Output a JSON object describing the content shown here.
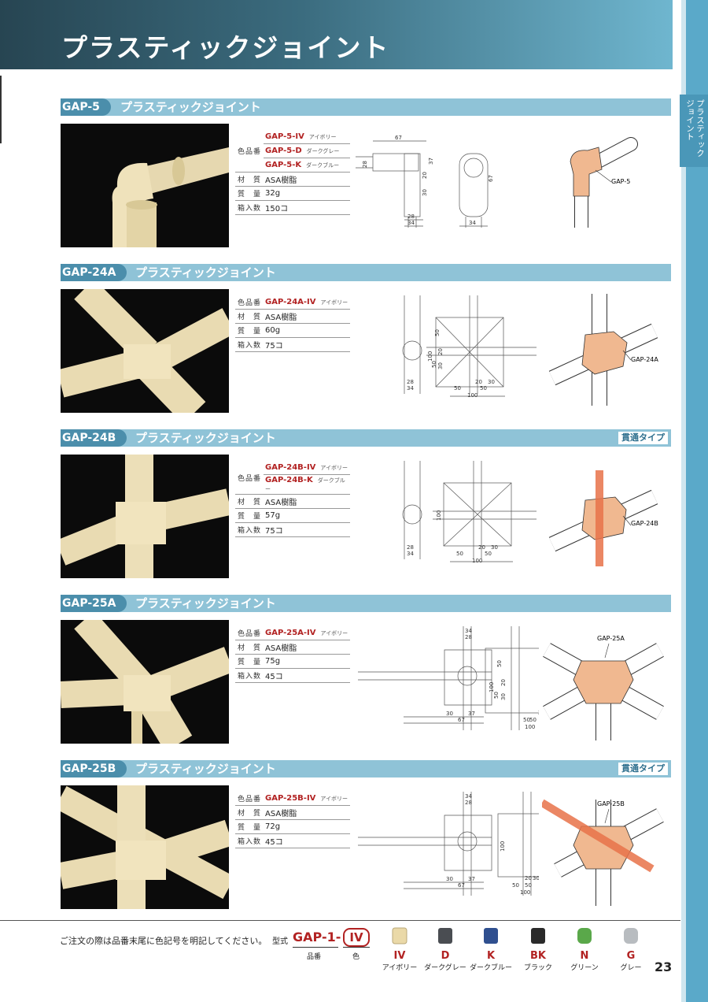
{
  "header": {
    "title": "プラスティックジョイント"
  },
  "side_tab": {
    "label": "プラスティックジョイント"
  },
  "labels": {
    "color_code": "色品番",
    "material": "材　質",
    "weight": "質　量",
    "box_qty": "箱入数"
  },
  "sections": [
    {
      "code": "GAP-5",
      "name": "プラスティックジョイント",
      "badge": "",
      "colors": [
        {
          "code": "GAP-5-IV",
          "color": "アイボリー"
        },
        {
          "code": "GAP-5-D",
          "color": "ダークグレー"
        },
        {
          "code": "GAP-5-K",
          "color": "ダークブルー"
        }
      ],
      "material": "ASA樹脂",
      "weight": "32g",
      "box_qty": "150コ",
      "illus_label": "GAP-5",
      "dims": [
        "67",
        "28",
        "20",
        "37",
        "30",
        "28",
        "34",
        "67",
        "34"
      ]
    },
    {
      "code": "GAP-24A",
      "name": "プラスティックジョイント",
      "badge": "",
      "colors": [
        {
          "code": "GAP-24A-IV",
          "color": "アイボリー"
        }
      ],
      "material": "ASA樹脂",
      "weight": "60g",
      "box_qty": "75コ",
      "illus_label": "GAP-24A",
      "dims": [
        "28",
        "34",
        "100",
        "50",
        "20",
        "30",
        "50",
        "20",
        "30",
        "50",
        "50",
        "100"
      ]
    },
    {
      "code": "GAP-24B",
      "name": "プラスティックジョイント",
      "badge": "貫通タイプ",
      "colors": [
        {
          "code": "GAP-24B-IV",
          "color": "アイボリー"
        },
        {
          "code": "GAP-24B-K",
          "color": "ダークブルー"
        }
      ],
      "material": "ASA樹脂",
      "weight": "57g",
      "box_qty": "75コ",
      "illus_label": "GAP-24B",
      "dims": [
        "28",
        "34",
        "100",
        "20",
        "30",
        "50",
        "50",
        "100"
      ]
    },
    {
      "code": "GAP-25A",
      "name": "プラスティックジョイント",
      "badge": "",
      "colors": [
        {
          "code": "GAP-25A-IV",
          "color": "アイボリー"
        }
      ],
      "material": "ASA樹脂",
      "weight": "75g",
      "box_qty": "45コ",
      "illus_label": "GAP-25A",
      "dims": [
        "34",
        "28",
        "30",
        "37",
        "67",
        "100",
        "50",
        "20",
        "30",
        "50",
        "20",
        "30",
        "50",
        "50",
        "100"
      ]
    },
    {
      "code": "GAP-25B",
      "name": "プラスティックジョイント",
      "badge": "貫通タイプ",
      "colors": [
        {
          "code": "GAP-25B-IV",
          "color": "アイボリー"
        }
      ],
      "material": "ASA樹脂",
      "weight": "72g",
      "box_qty": "45コ",
      "illus_label": "GAP-25B",
      "dims": [
        "34",
        "28",
        "30",
        "37",
        "67",
        "100",
        "20",
        "30",
        "50",
        "50",
        "100"
      ]
    }
  ],
  "footer": {
    "note": "ご注文の際は品番末尾に色記号を明記してください。",
    "model_label": "型式",
    "model_code": "GAP-1-",
    "model_color": "IV",
    "sub_part": "品番",
    "sub_color": "色",
    "swatches": [
      {
        "code": "IV",
        "name": "アイボリー",
        "color": "#ead9a8"
      },
      {
        "code": "D",
        "name": "ダークグレー",
        "color": "#4a4d52"
      },
      {
        "code": "K",
        "name": "ダークブルー",
        "color": "#2f4f8f"
      },
      {
        "code": "BK",
        "name": "ブラック",
        "color": "#2a2a2a"
      },
      {
        "code": "N",
        "name": "グリーン",
        "color": "#5aa84a"
      },
      {
        "code": "G",
        "name": "グレー",
        "color": "#b8bcc0"
      }
    ],
    "page_number": "23"
  }
}
